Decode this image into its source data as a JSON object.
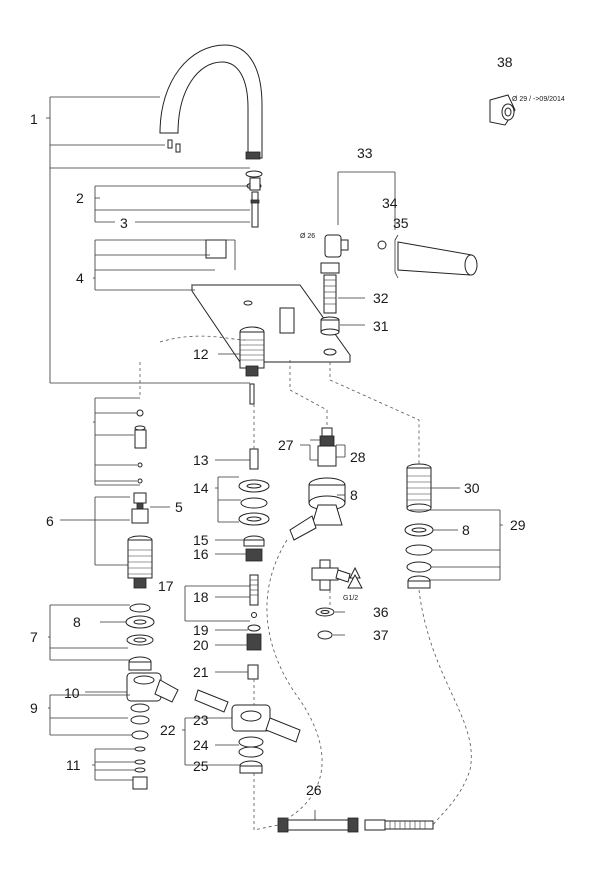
{
  "labels": {
    "l1": "1",
    "l2": "2",
    "l3": "3",
    "l4": "4",
    "l5": "5",
    "l6": "6",
    "l7": "7",
    "l8a": "8",
    "l8b": "8",
    "l8c": "8",
    "l9": "9",
    "l10": "10",
    "l11": "11",
    "l12": "12",
    "l13": "13",
    "l14": "14",
    "l15": "15",
    "l16": "16",
    "l17": "17",
    "l18": "18",
    "l19": "19",
    "l20": "20",
    "l21": "21",
    "l22": "22",
    "l23": "23",
    "l24": "24",
    "l25": "25",
    "l26": "26",
    "l27": "27",
    "l28": "28",
    "l29": "29",
    "l30": "30",
    "l31": "31",
    "l32": "32",
    "l33": "33",
    "l34": "34",
    "l35": "35",
    "l36": "36",
    "l37": "37",
    "l38": "38"
  },
  "notes": {
    "n38": "Ø 29 / ->09/2014",
    "n26": "Ø 26",
    "thread": "G1/2"
  }
}
